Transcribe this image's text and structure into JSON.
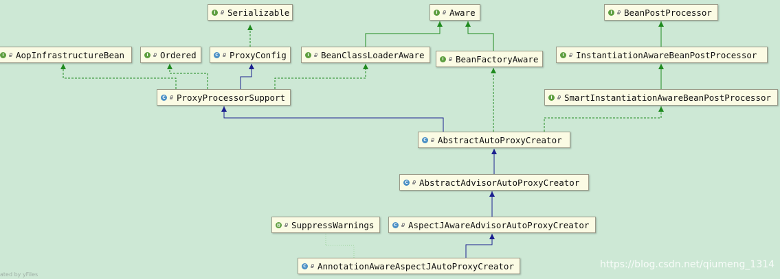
{
  "diagram": {
    "nodes": [
      {
        "id": "serializable",
        "kind": "interface",
        "icon": "I",
        "label": "Serializable"
      },
      {
        "id": "aware",
        "kind": "interface",
        "icon": "I",
        "label": "Aware"
      },
      {
        "id": "bean-post-processor",
        "kind": "interface",
        "icon": "I",
        "label": "BeanPostProcessor"
      },
      {
        "id": "aop-infrastructure-bean",
        "kind": "interface",
        "icon": "I",
        "label": "AopInfrastructureBean"
      },
      {
        "id": "ordered",
        "kind": "interface",
        "icon": "I",
        "label": "Ordered"
      },
      {
        "id": "proxy-config",
        "kind": "class",
        "icon": "C",
        "label": "ProxyConfig"
      },
      {
        "id": "bean-class-loader-aware",
        "kind": "interface",
        "icon": "I",
        "label": "BeanClassLoaderAware"
      },
      {
        "id": "bean-factory-aware",
        "kind": "interface",
        "icon": "I",
        "label": "BeanFactoryAware"
      },
      {
        "id": "instantiation-aware-bean-post-processor",
        "kind": "interface",
        "icon": "I",
        "label": "InstantiationAwareBeanPostProcessor"
      },
      {
        "id": "proxy-processor-support",
        "kind": "class",
        "icon": "C",
        "label": "ProxyProcessorSupport"
      },
      {
        "id": "smart-instantiation-aware-bean-post-processor",
        "kind": "interface",
        "icon": "I",
        "label": "SmartInstantiationAwareBeanPostProcessor"
      },
      {
        "id": "abstract-auto-proxy-creator",
        "kind": "abstract",
        "icon": "C",
        "label": "AbstractAutoProxyCreator"
      },
      {
        "id": "abstract-advisor-auto-proxy-creator",
        "kind": "class",
        "icon": "C",
        "label": "AbstractAdvisorAutoProxyCreator"
      },
      {
        "id": "suppress-warnings",
        "kind": "annotation",
        "icon": "@",
        "label": "SuppressWarnings"
      },
      {
        "id": "aspectj-aware-advisor-auto-proxy-creator",
        "kind": "class",
        "icon": "C",
        "label": "AspectJAwareAdvisorAutoProxyCreator"
      },
      {
        "id": "annotation-aware-aspectj-auto-proxy-creator",
        "kind": "class",
        "icon": "C",
        "label": "AnnotationAwareAspectJAutoProxyCreator"
      }
    ],
    "edges": [
      {
        "from": "proxy-config",
        "to": "serializable",
        "type": "implements"
      },
      {
        "from": "bean-class-loader-aware",
        "to": "aware",
        "type": "extends-interface"
      },
      {
        "from": "bean-factory-aware",
        "to": "aware",
        "type": "extends-interface"
      },
      {
        "from": "instantiation-aware-bean-post-processor",
        "to": "bean-post-processor",
        "type": "extends-interface"
      },
      {
        "from": "smart-instantiation-aware-bean-post-processor",
        "to": "instantiation-aware-bean-post-processor",
        "type": "extends-interface"
      },
      {
        "from": "proxy-processor-support",
        "to": "aop-infrastructure-bean",
        "type": "implements"
      },
      {
        "from": "proxy-processor-support",
        "to": "ordered",
        "type": "implements"
      },
      {
        "from": "proxy-processor-support",
        "to": "proxy-config",
        "type": "extends"
      },
      {
        "from": "proxy-processor-support",
        "to": "bean-class-loader-aware",
        "type": "implements"
      },
      {
        "from": "abstract-auto-proxy-creator",
        "to": "proxy-processor-support",
        "type": "extends"
      },
      {
        "from": "abstract-auto-proxy-creator",
        "to": "bean-factory-aware",
        "type": "implements"
      },
      {
        "from": "abstract-auto-proxy-creator",
        "to": "smart-instantiation-aware-bean-post-processor",
        "type": "implements"
      },
      {
        "from": "abstract-advisor-auto-proxy-creator",
        "to": "abstract-auto-proxy-creator",
        "type": "extends"
      },
      {
        "from": "aspectj-aware-advisor-auto-proxy-creator",
        "to": "abstract-advisor-auto-proxy-creator",
        "type": "extends"
      },
      {
        "from": "annotation-aware-aspectj-auto-proxy-creator",
        "to": "aspectj-aware-advisor-auto-proxy-creator",
        "type": "extends"
      },
      {
        "from": "annotation-aware-aspectj-auto-proxy-creator",
        "to": "suppress-warnings",
        "type": "annotated"
      }
    ]
  },
  "colors": {
    "background": "#cde8d5",
    "extends_edge": "#1b1f8f",
    "implements_edge": "#1f8a1f",
    "annotation_edge": "#9bd39b"
  },
  "watermark": "https://blog.csdn.net/qiumeng_1314",
  "credit": "ated by yFiles"
}
